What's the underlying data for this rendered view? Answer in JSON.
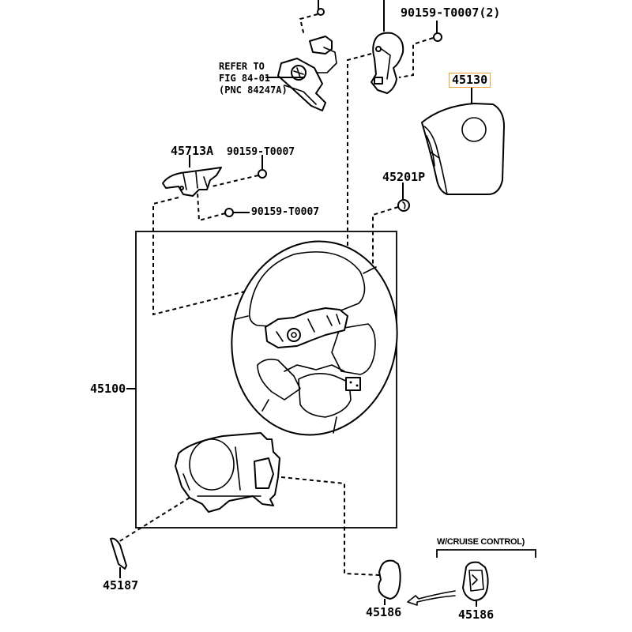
{
  "diagram": {
    "type": "exploded parts diagram",
    "subject": "Steering wheel assembly",
    "highlight_color": "#f0a030",
    "callouts": {
      "top_bolt": "90159-T0007(2)",
      "airbag": "45130",
      "refer_note": [
        "REFER TO",
        "FIG 84-01",
        "(PNC 84247A)"
      ],
      "bracket": "45713A",
      "bracket_bolt_upper": "90159-T0007",
      "bracket_bolt_lower": "90159-T0007",
      "plug": "45201P",
      "wheel_assembly": "45100",
      "cover_small": "45187",
      "switch_cover_left": "45186",
      "switch_cover_right": "45186",
      "condition_note": "W/CRUISE CONTROL)"
    },
    "highlighted_part": "45130"
  }
}
